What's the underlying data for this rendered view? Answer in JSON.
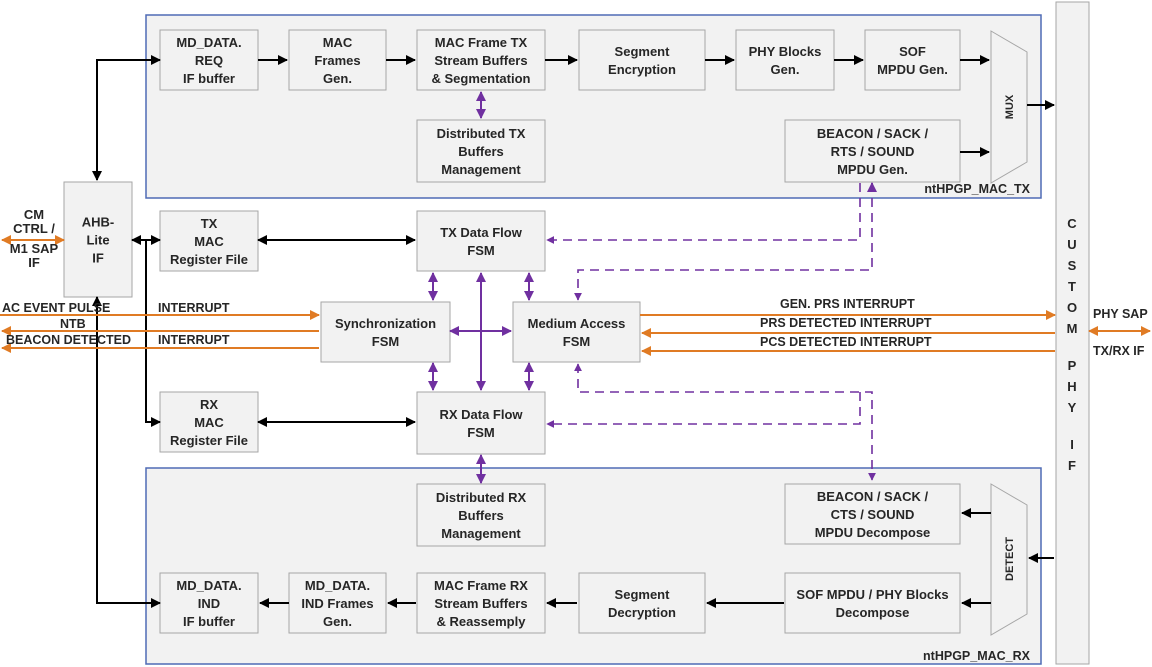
{
  "tx_section": {
    "label": "ntHPGP_MAC_TX",
    "md_data_req": [
      "MD_DATA.",
      "REQ",
      "IF buffer"
    ],
    "mac_frames_gen": [
      "MAC",
      "Frames",
      "Gen."
    ],
    "mac_frame_tx": [
      "MAC Frame TX",
      "Stream Buffers",
      "& Segmentation"
    ],
    "segment_encryption": [
      "Segment",
      "Encryption"
    ],
    "phy_blocks_gen": [
      "PHY Blocks",
      "Gen."
    ],
    "sof_mpdu_gen": [
      "SOF",
      "MPDU Gen."
    ],
    "distributed_tx": [
      "Distributed TX",
      "Buffers",
      "Management"
    ],
    "beacon_gen": [
      "BEACON /  SACK /",
      "RTS / SOUND",
      "MPDU Gen."
    ],
    "mux": "MUX"
  },
  "rx_section": {
    "label": "ntHPGP_MAC_RX",
    "distributed_rx": [
      "Distributed RX",
      "Buffers",
      "Management"
    ],
    "beacon_decompose": [
      "BEACON /  SACK /",
      "CTS / SOUND",
      "MPDU Decompose"
    ],
    "md_data_ind": [
      "MD_DATA.",
      "IND",
      "IF buffer"
    ],
    "md_data_ind_frames": [
      "MD_DATA.",
      "IND Frames",
      "Gen."
    ],
    "mac_frame_rx": [
      "MAC Frame RX",
      "Stream Buffers",
      "& Reassemply"
    ],
    "segment_decryption": [
      "Segment",
      "Decryption"
    ],
    "sof_decompose": [
      "SOF MPDU / PHY Blocks",
      "Decompose"
    ],
    "detect": "DETECT"
  },
  "middle": {
    "ahb_lite_if": [
      "AHB-",
      "Lite",
      "IF"
    ],
    "tx_register_file": [
      "TX",
      "MAC",
      "Register File"
    ],
    "rx_register_file": [
      "RX",
      "MAC",
      "Register File"
    ],
    "tx_data_flow_fsm": [
      "TX Data Flow",
      "FSM"
    ],
    "rx_data_flow_fsm": [
      "RX Data Flow",
      "FSM"
    ],
    "synchronization_fsm": [
      "Synchronization",
      "FSM"
    ],
    "medium_access_fsm": [
      "Medium Access",
      "FSM"
    ],
    "custom_phy_if": "CUSTOM PHY IF"
  },
  "signals": {
    "cm_ctrl": [
      "CM",
      "CTRL /",
      "M1 SAP",
      "IF"
    ],
    "ac_event_pulse": "AC EVENT PULSE",
    "ntb": "NTB",
    "beacon_detected": "BEACON DETECTED",
    "interrupt_1": "INTERRUPT",
    "interrupt_2": "INTERRUPT",
    "gen_prs_interrupt": "GEN. PRS INTERRUPT",
    "prs_detected_interrupt": "PRS DETECTED INTERRUPT",
    "pcs_detected_interrupt": "PCS DETECTED INTERRUPT",
    "phy_sap": "PHY SAP",
    "tx_rx_if": "TX/RX IF"
  },
  "colors": {
    "block_fill": "#f2f2f2",
    "block_stroke": "#a6a6a6",
    "outer_stroke": "#4f6bb5",
    "purple": "#7030a0",
    "orange": "#e07b24",
    "black": "#000000"
  }
}
